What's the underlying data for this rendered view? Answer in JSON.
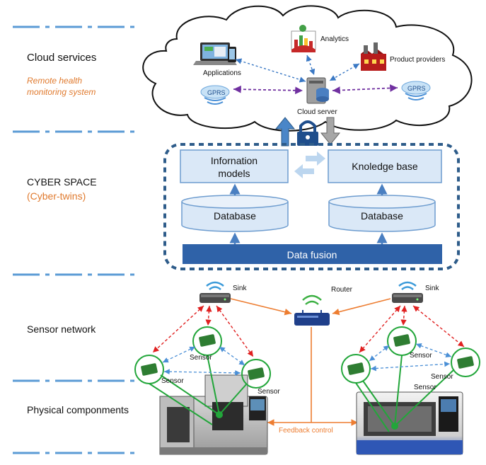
{
  "layers": {
    "cloud_services": "Cloud services",
    "remote_line1": "Remote health",
    "remote_line2": "monitoring system",
    "cyber_space": "CYBER SPACE",
    "cyber_twins": "(Cyber-twins)",
    "sensor_network": "Sensor network",
    "physical": "Physical componments"
  },
  "cloud": {
    "applications": "Applications",
    "analytics": "Analytics",
    "product_providers": "Product providers",
    "gprs_left": "GPRS",
    "gprs_right": "GPRS",
    "cloud_server": "Cloud server"
  },
  "cyber": {
    "info_models_1": "Infornation",
    "info_models_2": "models",
    "knowledge_base": "Knoledge base",
    "database_left": "Database",
    "database_right": "Database",
    "data_fusion": "Data fusion"
  },
  "network": {
    "sink_left": "Sink",
    "sink_right": "Sink",
    "router": "Router",
    "sensor_l1": "Sensor",
    "sensor_l2": "Sensor",
    "sensor_l3": "Sensor",
    "sensor_r1": "Sensor",
    "sensor_r2": "Sensor",
    "sensor_r3": "Sensor"
  },
  "physical": {
    "feedback_control": "Feedback control"
  },
  "colors": {
    "dash_blue": "#5b9bd5",
    "box_fill": "#dae8f7",
    "box_stroke": "#6d9ccf",
    "dark_blue": "#2e5c8a",
    "orange": "#ed7d31",
    "green": "#22a63a",
    "red": "#e02020",
    "purple": "#7030a0"
  }
}
